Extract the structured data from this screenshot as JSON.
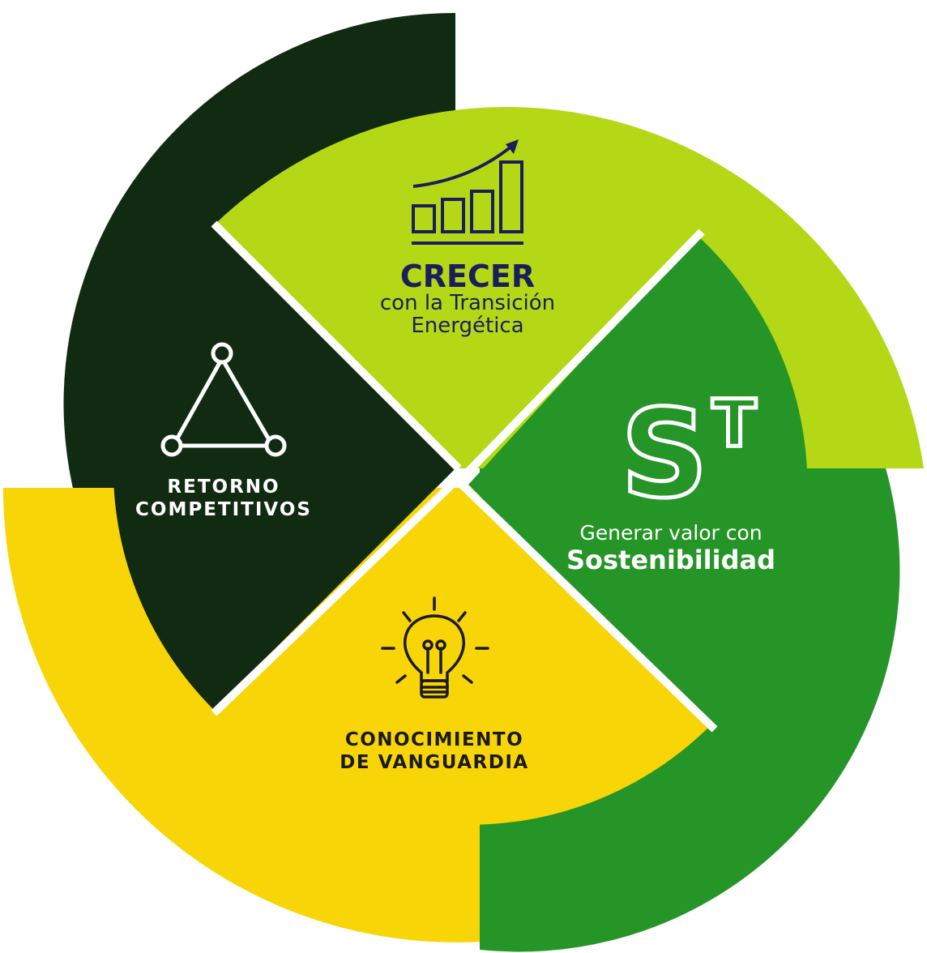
{
  "colors": {
    "dark_green": "#112b12",
    "lime": "#b4d816",
    "mid_green": "#259527",
    "yellow": "#f8d506",
    "navy": "#1a1f5c",
    "white": "#ffffff"
  },
  "segments": {
    "top": {
      "icon": "growth-chart-icon",
      "title": "CRECER",
      "line1": "con la Transición",
      "line2": "Energética"
    },
    "right": {
      "icon": "st-logo-icon",
      "logo_main": "S",
      "logo_sup": "T",
      "line1": "Generar valor con",
      "line2": "Sostenibilidad"
    },
    "bottom": {
      "icon": "lightbulb-icon",
      "line1": "CONOCIMIENTO",
      "line2": "DE VANGUARDIA"
    },
    "left": {
      "icon": "triangle-network-icon",
      "line1": "RETORNO",
      "line2": "COMPETITIVOS"
    }
  }
}
